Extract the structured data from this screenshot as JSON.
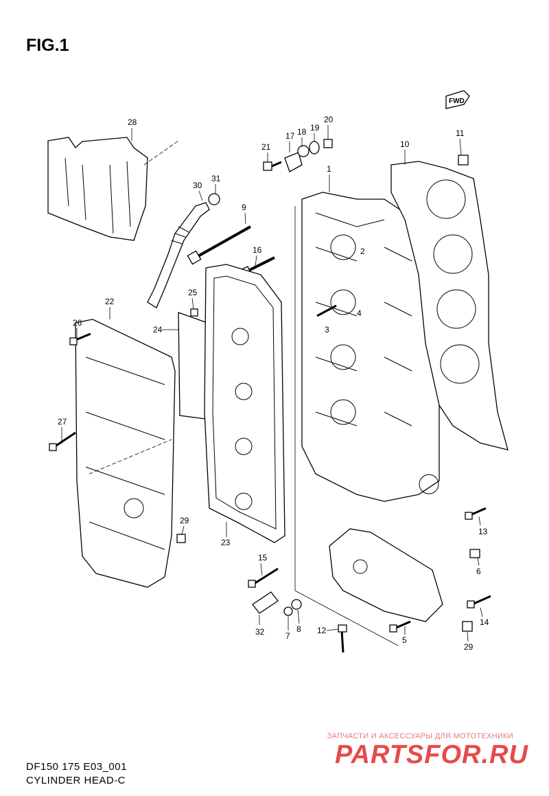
{
  "figure": {
    "title": "FIG.1"
  },
  "direction_badge": "FWD",
  "footer": {
    "code": "DF150 175 E03_001",
    "name": "CYLINDER HEAD-C"
  },
  "watermark": {
    "tagline": "ЗАПЧАСТИ И АКСЕССУАРЫ ДЛЯ МОТОТЕХНИКИ",
    "brand": "PARTSFOR.RU"
  },
  "callouts": [
    "28",
    "21",
    "17",
    "18",
    "19",
    "20",
    "1",
    "10",
    "11",
    "30",
    "31",
    "9",
    "16",
    "2",
    "4",
    "3",
    "22",
    "25",
    "24",
    "26",
    "27",
    "29",
    "23",
    "13",
    "6",
    "15",
    "32",
    "7",
    "8",
    "12",
    "5",
    "14",
    "29"
  ]
}
